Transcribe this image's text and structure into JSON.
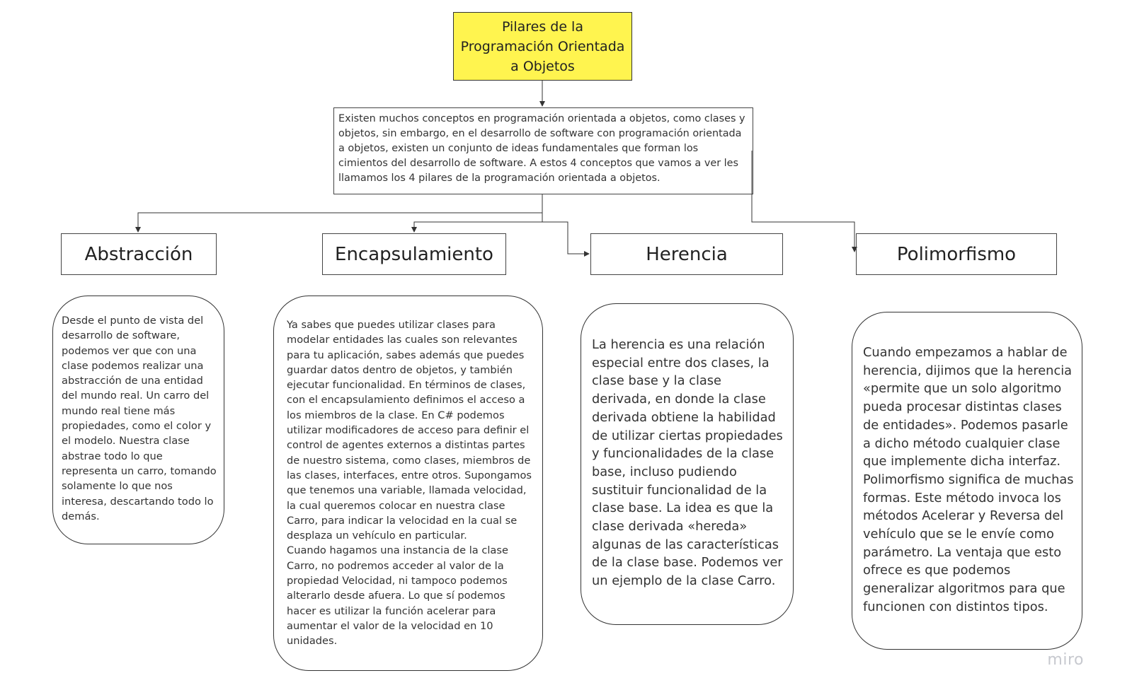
{
  "diagram": {
    "title": "Pilares de la Programación Orientada a Objetos",
    "intro": "Existen muchos conceptos en programación orientada a objetos, como clases y objetos, sin embargo, en el desarrollo de software con programación orientada a objetos, existen un conjunto de ideas fundamentales que forman los cimientos del desarrollo de software. A estos 4 conceptos que vamos a ver les llamamos los 4 pilares de la programación orientada a objetos.",
    "pillars": [
      {
        "label": "Abstracción",
        "description": "Desde el punto de vista del desarrollo de software, podemos ver que con una clase podemos realizar una abstracción de una entidad del mundo real. Un carro del mundo real tiene más propiedades, como el color y el modelo. Nuestra clase abstrae todo lo que representa un carro, tomando solamente lo que nos interesa, descartando todo lo demás."
      },
      {
        "label": "Encapsulamiento",
        "description": "Ya sabes que puedes utilizar clases para modelar entidades las cuales son relevantes para tu aplicación, sabes además que puedes guardar datos dentro de objetos, y también ejecutar funcionalidad. En términos de clases, con el encapsulamiento definimos el acceso a los miembros de la clase. En C# podemos utilizar modificadores de acceso para definir el control de agentes externos a distintas partes de nuestro sistema, como clases, miembros de las clases, interfaces, entre otros. Supongamos que tenemos una variable, llamada velocidad, la cual queremos colocar en nuestra clase Carro, para indicar la velocidad en la cual se desplaza un vehículo en particular.",
        "description_2": "Cuando hagamos una instancia de la clase Carro, no podremos acceder al valor de la propiedad Velocidad, ni tampoco podemos alterarlo desde afuera. Lo que sí podemos hacer es utilizar la función acelerar para aumentar el valor de la velocidad en 10 unidades."
      },
      {
        "label": "Herencia",
        "description": "La herencia es una relación especial entre dos clases, la clase base y la clase derivada, en donde la clase derivada obtiene la habilidad de utilizar ciertas propiedades y funcionalidades de la clase base, incluso pudiendo sustituir funcionalidad de la clase base. La idea es que la clase derivada «hereda» algunas de las características de la clase base. Podemos ver un ejemplo de la clase Carro."
      },
      {
        "label": "Polimorfismo",
        "description": "Cuando empezamos a hablar de herencia, dijimos que la herencia «permite que un solo algoritmo pueda procesar distintas clases de entidades». Podemos pasarle a dicho método cualquier clase que implemente dicha interfaz. Polimorfismo significa de muchas formas. Este método invoca los métodos Acelerar y Reversa del vehículo que se le envíe como parámetro. La ventaja que esto ofrece es que podemos generalizar algoritmos para que funcionen con distintos tipos."
      }
    ]
  },
  "watermark": "miro",
  "colors": {
    "title_fill": "#fff44f",
    "stroke": "#333333",
    "watermark": "#c7c9cf"
  }
}
